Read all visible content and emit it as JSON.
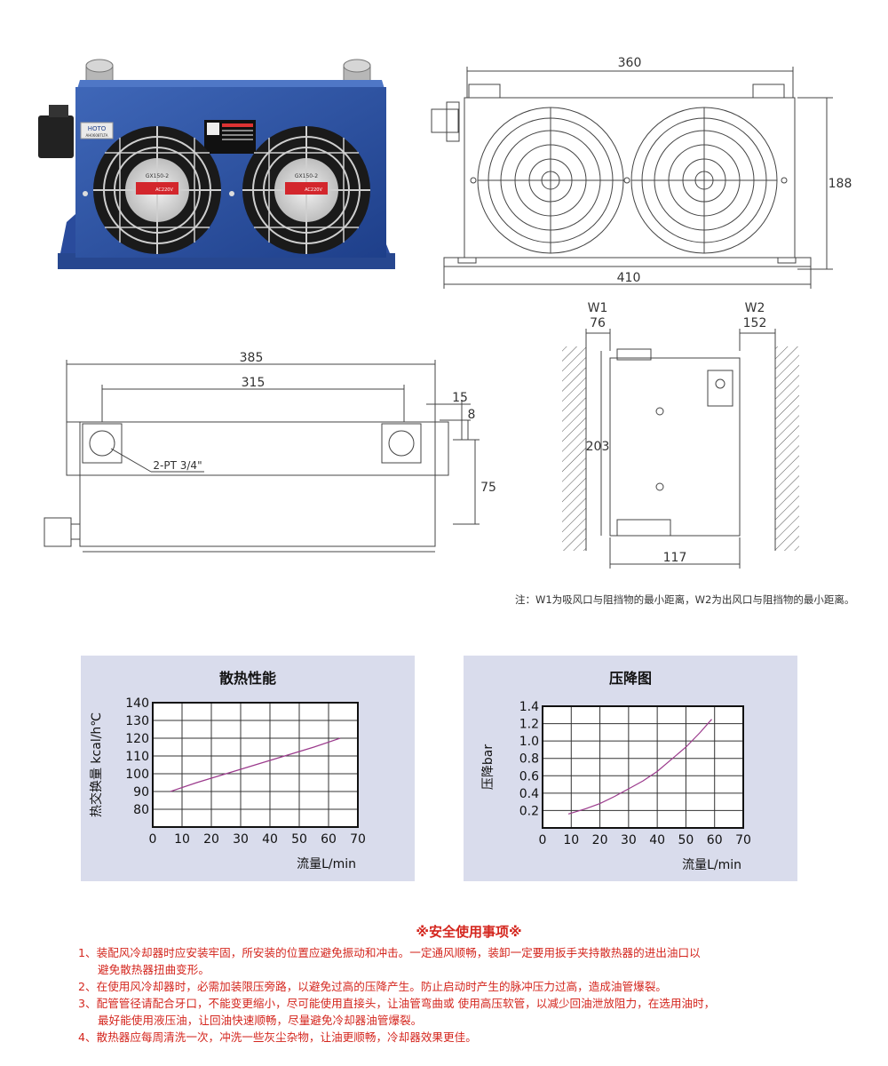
{
  "product": {
    "brand_label": "HOTO",
    "brand_sub": "AH0608TLTA",
    "fan_label": "GX150-2",
    "fan_voltage": "AC220V"
  },
  "front_view": {
    "top_width": "360",
    "height": "188",
    "bottom_width": "410"
  },
  "top_view": {
    "overall_length": "385",
    "port_spacing": "315",
    "offset_15": "15",
    "offset_8": "8",
    "offset_75": "75",
    "port_label": "2-PT 3/4\""
  },
  "side_view": {
    "w1_label": "W1",
    "w1_value": "76",
    "w2_label": "W2",
    "w2_value": "152",
    "height": "203",
    "width": "117"
  },
  "note": "注：W1为吸风口与阻挡物的最小距离，W2为出风口与阻挡物的最小距离。",
  "chart_data": [
    {
      "type": "line",
      "title": "散热性能",
      "xlabel": "流量L/min",
      "ylabel": "热交换量 kcal/h℃",
      "x_ticks": [
        0,
        10,
        20,
        30,
        40,
        50,
        60,
        70
      ],
      "y_ticks": [
        80,
        90,
        100,
        110,
        120,
        130,
        140
      ],
      "xlim": [
        0,
        70
      ],
      "ylim": [
        70,
        140
      ],
      "grid": true,
      "series": [
        {
          "color": "#9b3a8c",
          "x": [
            6,
            15,
            25,
            35,
            45,
            55,
            64
          ],
          "y": [
            90,
            95,
            100,
            105,
            110,
            115,
            120
          ]
        }
      ]
    },
    {
      "type": "line",
      "title": "压降图",
      "xlabel": "流量L/min",
      "ylabel": "压降bar",
      "x_ticks": [
        0,
        10,
        20,
        30,
        40,
        50,
        60,
        70
      ],
      "y_ticks": [
        0.2,
        0.4,
        0.6,
        0.8,
        1.0,
        1.2,
        1.4
      ],
      "y_tick_labels": [
        "0.2",
        "0.4",
        "0.6",
        "0.8",
        "1.0",
        "1.2",
        "1.4"
      ],
      "xlim": [
        0,
        70
      ],
      "ylim": [
        0,
        1.4
      ],
      "grid": true,
      "series": [
        {
          "color": "#9b3a8c",
          "x": [
            9,
            15,
            20,
            25,
            30,
            35,
            40,
            45,
            50,
            55,
            59
          ],
          "y": [
            0.16,
            0.22,
            0.28,
            0.36,
            0.45,
            0.54,
            0.65,
            0.79,
            0.93,
            1.1,
            1.25
          ]
        }
      ]
    }
  ],
  "safety": {
    "title": "※安全使用事项※",
    "items": [
      "1、装配风冷却器时应安装牢固，所安装的位置应避免振动和冲击。一定通风顺畅，装卸一定要用扳手夹持散热器的进出油口以",
      "避免散热器扭曲变形。",
      "2、在使用风冷却器时，必需加装限压旁路，以避免过高的压降产生。防止启动时产生的脉冲压力过高，造成油管爆裂。",
      "3、配管管径请配合牙口，不能变更缩小，尽可能使用直接头，让油管弯曲或 使用高压软管，以减少回油泄放阻力，在选用油时，",
      "最好能使用液压油，让回油快速顺畅，尽量避免冷却器油管爆裂。",
      "4、散热器应每周清洗一次，冲洗一些灰尘杂物，让油更顺畅，冷却器效果更佳。"
    ]
  }
}
